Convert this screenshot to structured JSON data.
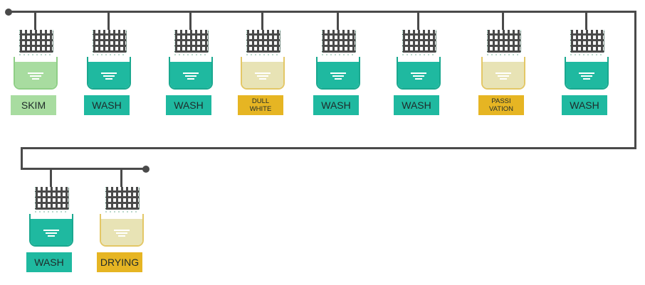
{
  "colors": {
    "rail": "#4a4a4a",
    "skim_tank": "#a8dca0",
    "skim_border": "#8fcf86",
    "skim_label": "#a8dca0",
    "wash_tank": "#1fb9a0",
    "wash_border": "#1aa88f",
    "wash_label": "#1fb9a0",
    "chem_tank": "#e8e3b5",
    "chem_border": "#e3c766",
    "chem_label": "#e6b523"
  },
  "row1": [
    {
      "label": "SKIM",
      "type": "skim"
    },
    {
      "label": "WASH",
      "type": "wash"
    },
    {
      "label": "WASH",
      "type": "wash"
    },
    {
      "label": "DULL WHITE",
      "type": "chem"
    },
    {
      "label": "WASH",
      "type": "wash"
    },
    {
      "label": "WASH",
      "type": "wash"
    },
    {
      "label": "PASSI VATION",
      "type": "chem"
    },
    {
      "label": "WASH",
      "type": "wash"
    }
  ],
  "row2": [
    {
      "label": "WASH",
      "type": "wash"
    },
    {
      "label": "DRYING",
      "type": "chem"
    }
  ]
}
